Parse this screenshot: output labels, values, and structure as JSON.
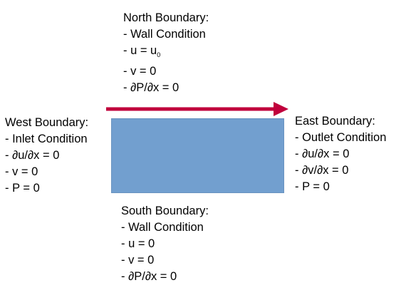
{
  "north": {
    "title": "North Boundary:",
    "lines": [
      "- Wall Condition",
      "- u = u",
      "- v = 0",
      "- ∂P/∂x = 0"
    ],
    "u_subscript": "0"
  },
  "west": {
    "title": "West Boundary:",
    "lines": [
      "- Inlet Condition",
      "- ∂u/∂x = 0",
      "- v = 0",
      "- P = 0"
    ]
  },
  "east": {
    "title": "East Boundary:",
    "lines": [
      "- Outlet Condition",
      "- ∂u/∂x = 0",
      "- ∂v/∂x = 0",
      "- P = 0"
    ]
  },
  "south": {
    "title": "South Boundary:",
    "lines": [
      "- Wall Condition",
      "- u = 0",
      "- v = 0",
      "- ∂P/∂x = 0"
    ]
  },
  "colors": {
    "domain_fill": "#729fcf",
    "arrow": "#c0003c"
  }
}
